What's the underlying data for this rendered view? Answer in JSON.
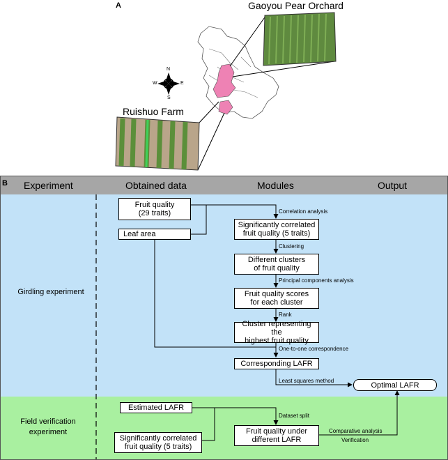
{
  "panel_a": {
    "label": "A",
    "place_top": "Gaoyou Pear Orchard",
    "place_left": "Ruishuo Farm",
    "compass": {
      "n": "N",
      "s": "S",
      "e": "E",
      "w": "W"
    }
  },
  "panel_b": {
    "label": "B",
    "headers": [
      "Experiment",
      "Obtained data",
      "Modules",
      "Output"
    ],
    "sections": {
      "girdling": "Girdling experiment",
      "field": "Field verification\nexperiment"
    },
    "nodes": {
      "fruit_quality": "Fruit quality\n(29 traits)",
      "leaf_area": "Leaf area",
      "sig_corr": "Significantly correlated\nfruit quality (5 traits)",
      "clusters": "Different clusters\nof fruit quality",
      "scores": "Fruit quality scores\nfor each cluster",
      "cluster_best": "Cluster representing the\nhighest fruit quality",
      "corr_lafr": "Corresponding LAFR",
      "optimal_lafr": "Optimal LAFR",
      "estimated_lafr": "Estimated LAFR",
      "sig_corr_2": "Significantly correlated\nfruit quality (5 traits)",
      "fq_under": "Fruit quality under\ndifferent LAFR"
    },
    "edges": {
      "correlation": "Correlation analysis",
      "clustering": "Clustering",
      "pca": "Principal components analysis",
      "rank": "Rank",
      "one_to_one": "One-to-one correspondence",
      "least_squares": "Least squares method",
      "dataset_split": "Dataset split",
      "comparative": "Comparative analysis",
      "verification": "Verification"
    }
  },
  "colors": {
    "header_bg": "#a6a6a6",
    "girdling_bg": "#c2e2f8",
    "field_bg": "#a9f0a0",
    "highlight_region": "#ee82b4",
    "orchard_green": "#5f8a3f",
    "farm_green": "#6e9a4c"
  }
}
